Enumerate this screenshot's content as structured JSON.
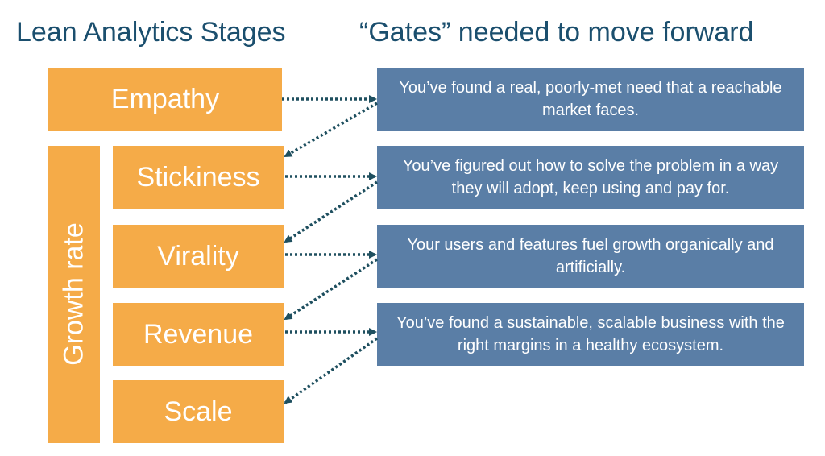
{
  "titles": {
    "left": "Lean Analytics Stages",
    "right": "“Gates” needed to move forward"
  },
  "stages": [
    {
      "label": "Empathy"
    },
    {
      "label": "Stickiness"
    },
    {
      "label": "Virality"
    },
    {
      "label": "Revenue"
    },
    {
      "label": "Scale"
    }
  ],
  "growth_label": "Growth rate",
  "gates": [
    {
      "text": "You’ve found a real, poorly-met need that a reachable market faces."
    },
    {
      "text": "You’ve figured out how to solve the problem in a way they will adopt, keep using and pay for."
    },
    {
      "text": "Your users and features fuel growth organically and artificially."
    },
    {
      "text": "You’ve found a sustainable, scalable business with the right margins in a healthy ecosystem."
    }
  ],
  "colors": {
    "title": "#1b4f6e",
    "stage": "#f5ab48",
    "gate": "#5a7ea6",
    "arrow": "#1e4f5f"
  }
}
